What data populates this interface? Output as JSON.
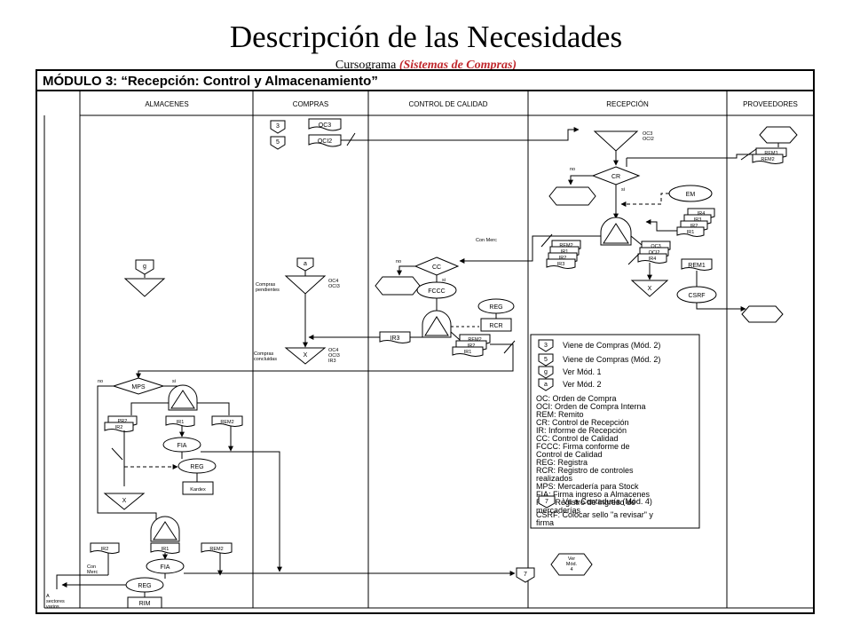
{
  "title": "Descripción de las Necesidades",
  "subtitle_main": "Cursograma ",
  "subtitle_paren": "(Sistemas de Compras)",
  "module_title": "MÓDULO 3: “Recepción:  Control y Almacenamiento”",
  "lanes": [
    "ALMACENES",
    "COMPRAS",
    "CONTROL DE CALIDAD",
    "RECEPCIÓN",
    "PROVEEDORES"
  ],
  "compras": {
    "conn3": "3",
    "conn5": "5",
    "doc_oc3": "OC3",
    "doc_oci2": "OCI2",
    "conn_a": "a",
    "arch1_docs": "OC4\nOCI3",
    "arch1_label": "Compras\npendientes",
    "arch2_letter": "X",
    "arch2_docs": "OC4\nOCI3\nIR3",
    "arch2_label": "Compras\nconcluidas"
  },
  "recepcion": {
    "arch_docs": "OC3\nOCI2",
    "decision": "CR",
    "no": "no",
    "si": "si",
    "em": "EM",
    "ir_stack": [
      "IR4",
      "IR3",
      "IR2",
      "IR1"
    ],
    "con_merc": "Con Merc",
    "rem_stack": [
      "REM2",
      "IR1",
      "IR2",
      "IR3"
    ],
    "oc_stack": [
      "OC3",
      "OCI2",
      "IR4"
    ],
    "arch_x": "X"
  },
  "proveedores": {
    "rem_stack": [
      "REM1",
      "REM2"
    ],
    "rem1": "REM1",
    "csrf": "CSRF"
  },
  "calidad": {
    "decision": "CC",
    "no": "no",
    "si": "si",
    "fccc": "FCCC",
    "reg": "REG",
    "rcr": "RCR",
    "ir3": "IR3",
    "rem_stack": [
      "REM2",
      "IR2",
      "IR1"
    ]
  },
  "almacenes": {
    "conn_g": "g",
    "decision": "MPS",
    "no": "no",
    "si": "si",
    "pr_stack": [
      "PR2",
      "IR2"
    ],
    "ir1": "IR1",
    "rem2": "REM2",
    "fia": "FIA",
    "reg": "REG",
    "kardex": "Kardex",
    "arch_x": "X",
    "b_ir2": "IR2",
    "b_ir1": "IR1",
    "b_rem2": "REM2",
    "con_merc": "Con\nMerc",
    "b_fia": "FIA",
    "b_reg": "REG",
    "rim": "RIM",
    "sectores": "A\nsectores\nvarios",
    "conn7": "7",
    "ver_mod": "Ver\nMód.\n4"
  },
  "legend": {
    "l1_sym": "3",
    "l1": "Viene de Compras (Mód. 2)",
    "l2_sym": "5",
    "l2": "Viene de Compras (Mód. 2)",
    "l3_sym": "g",
    "l3": "Ver Mód. 1",
    "l4_sym": "a",
    "l4": "Ver Mód. 2",
    "abbrev": [
      "OC: Orden de Compra",
      "OCI: Orden de Compra Interna",
      "REM: Remito",
      "CR: Control de Recepción",
      "IR: Informe de Recepción",
      "CC: Control de Calidad",
      "FCCC: Firma conforme de",
      "Control de Calidad",
      "REG: Registra",
      "RCR: Registro de controles",
      "realizados",
      "MPS: Mercadería para Stock",
      "FIA: Firma ingreso a Almacenes",
      "RIM: Registro de ingreso de",
      "mercaderías"
    ],
    "l7_sym": "7",
    "l7": "Va a Contaduría (Mód. 4)",
    "csrf": [
      "CSRF: Colocar sello \"a revisar\" y",
      "firma"
    ]
  }
}
